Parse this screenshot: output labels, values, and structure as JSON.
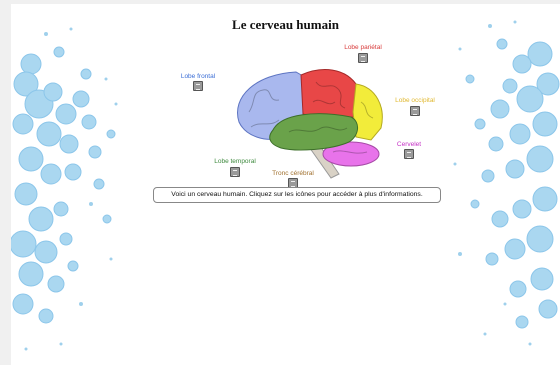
{
  "title": "Le cerveau humain",
  "labels": [
    {
      "key": "frontal",
      "text": "Lobe frontal",
      "color": "#3b6ed6"
    },
    {
      "key": "parietal",
      "text": "Lobe pariétal",
      "color": "#d83a3a"
    },
    {
      "key": "occipital",
      "text": "Lobe occipital",
      "color": "#e0b830"
    },
    {
      "key": "cervelet",
      "text": "Cervelet",
      "color": "#c531c5"
    },
    {
      "key": "temporal",
      "text": "Lobe temporal",
      "color": "#3e8a3e"
    },
    {
      "key": "tronc",
      "text": "Tronc cérébral",
      "color": "#a0702e"
    }
  ],
  "caption": "Voici un cerveau humain. Cliquez sur les icônes pour accéder à plus d'informations.",
  "icons": {
    "info": "info-book-icon"
  },
  "colors": {
    "frontal": "#a9b8ee",
    "parietal": "#e84747",
    "occipital": "#f2ec3a",
    "temporal": "#6aa24a",
    "cervelet": "#e873ea",
    "tronc": "#d9d2c6",
    "splash": "#a9d6ef"
  }
}
